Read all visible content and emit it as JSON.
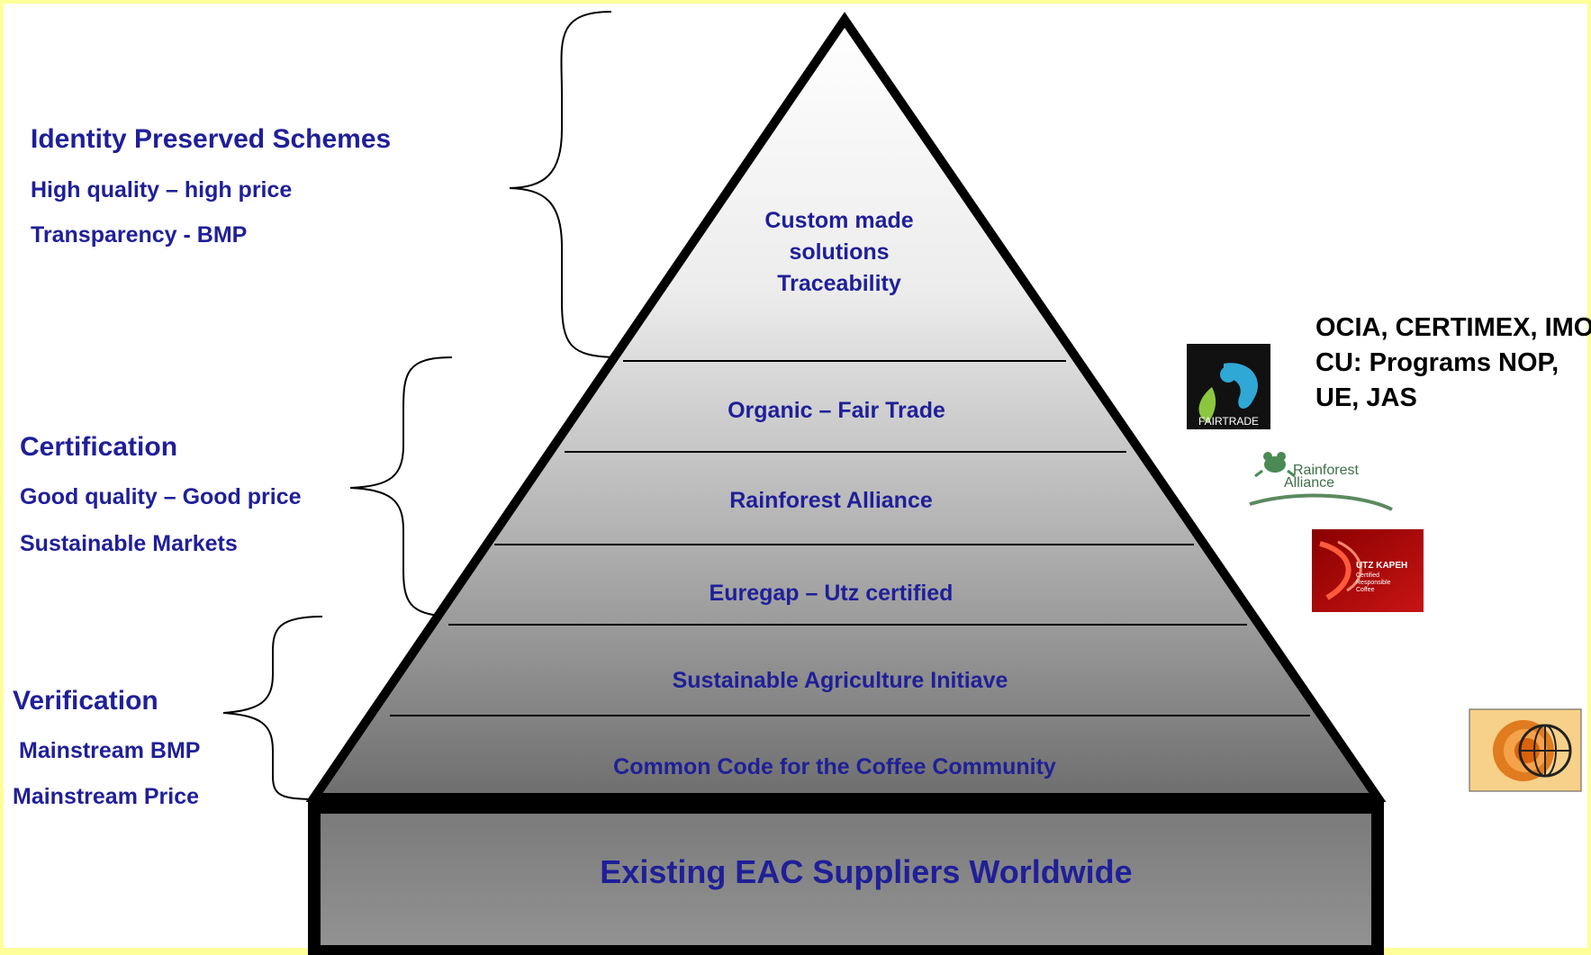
{
  "colors": {
    "background": "#ffff99",
    "text_navy": "#1f1f99",
    "outline": "#000000",
    "tier_gradient_top": "#ffffff",
    "tier_gradient_bottom": "#6e6e6e",
    "base_fill": "#8c8c8c"
  },
  "left_groups": {
    "identity": {
      "title": "Identity Preserved Schemes",
      "line1": "High quality – high price",
      "line2": "Transparency - BMP"
    },
    "certification": {
      "title": "Certification",
      "line1": "Good quality – Good price",
      "line2": "Sustainable Markets"
    },
    "verification": {
      "title": "Verification",
      "line1": "Mainstream BMP",
      "line2": "Mainstream Price"
    }
  },
  "pyramid": {
    "apex": {
      "line1": "Custom made",
      "line2": "solutions",
      "line3": "Traceability"
    },
    "tiers": [
      "Organic – Fair Trade",
      "Rainforest Alliance",
      "Euregap – Utz certified",
      "Sustainable Agriculture Initiave",
      "Common Code for the Coffee Community"
    ],
    "base": "Existing EAC Suppliers Worldwide"
  },
  "right_side": {
    "programs": "OCIA, CERTIMEX, IMO, CU: Programs NOP, UE, JAS",
    "logos": {
      "fairtrade": {
        "icon": "fairtrade-logo-icon",
        "text": "FAIRTRADE"
      },
      "rainforest": {
        "icon": "rainforest-frog-icon",
        "line1": "Rainforest",
        "line2": "Alliance"
      },
      "utz": {
        "icon": "utz-kapeh-logo-icon",
        "line1": "UTZ KAPEH",
        "line2": "Certified",
        "line3": "Responsible",
        "line4": "Coffee"
      },
      "four_c": {
        "icon": "globe-swirl-logo-icon"
      }
    }
  }
}
